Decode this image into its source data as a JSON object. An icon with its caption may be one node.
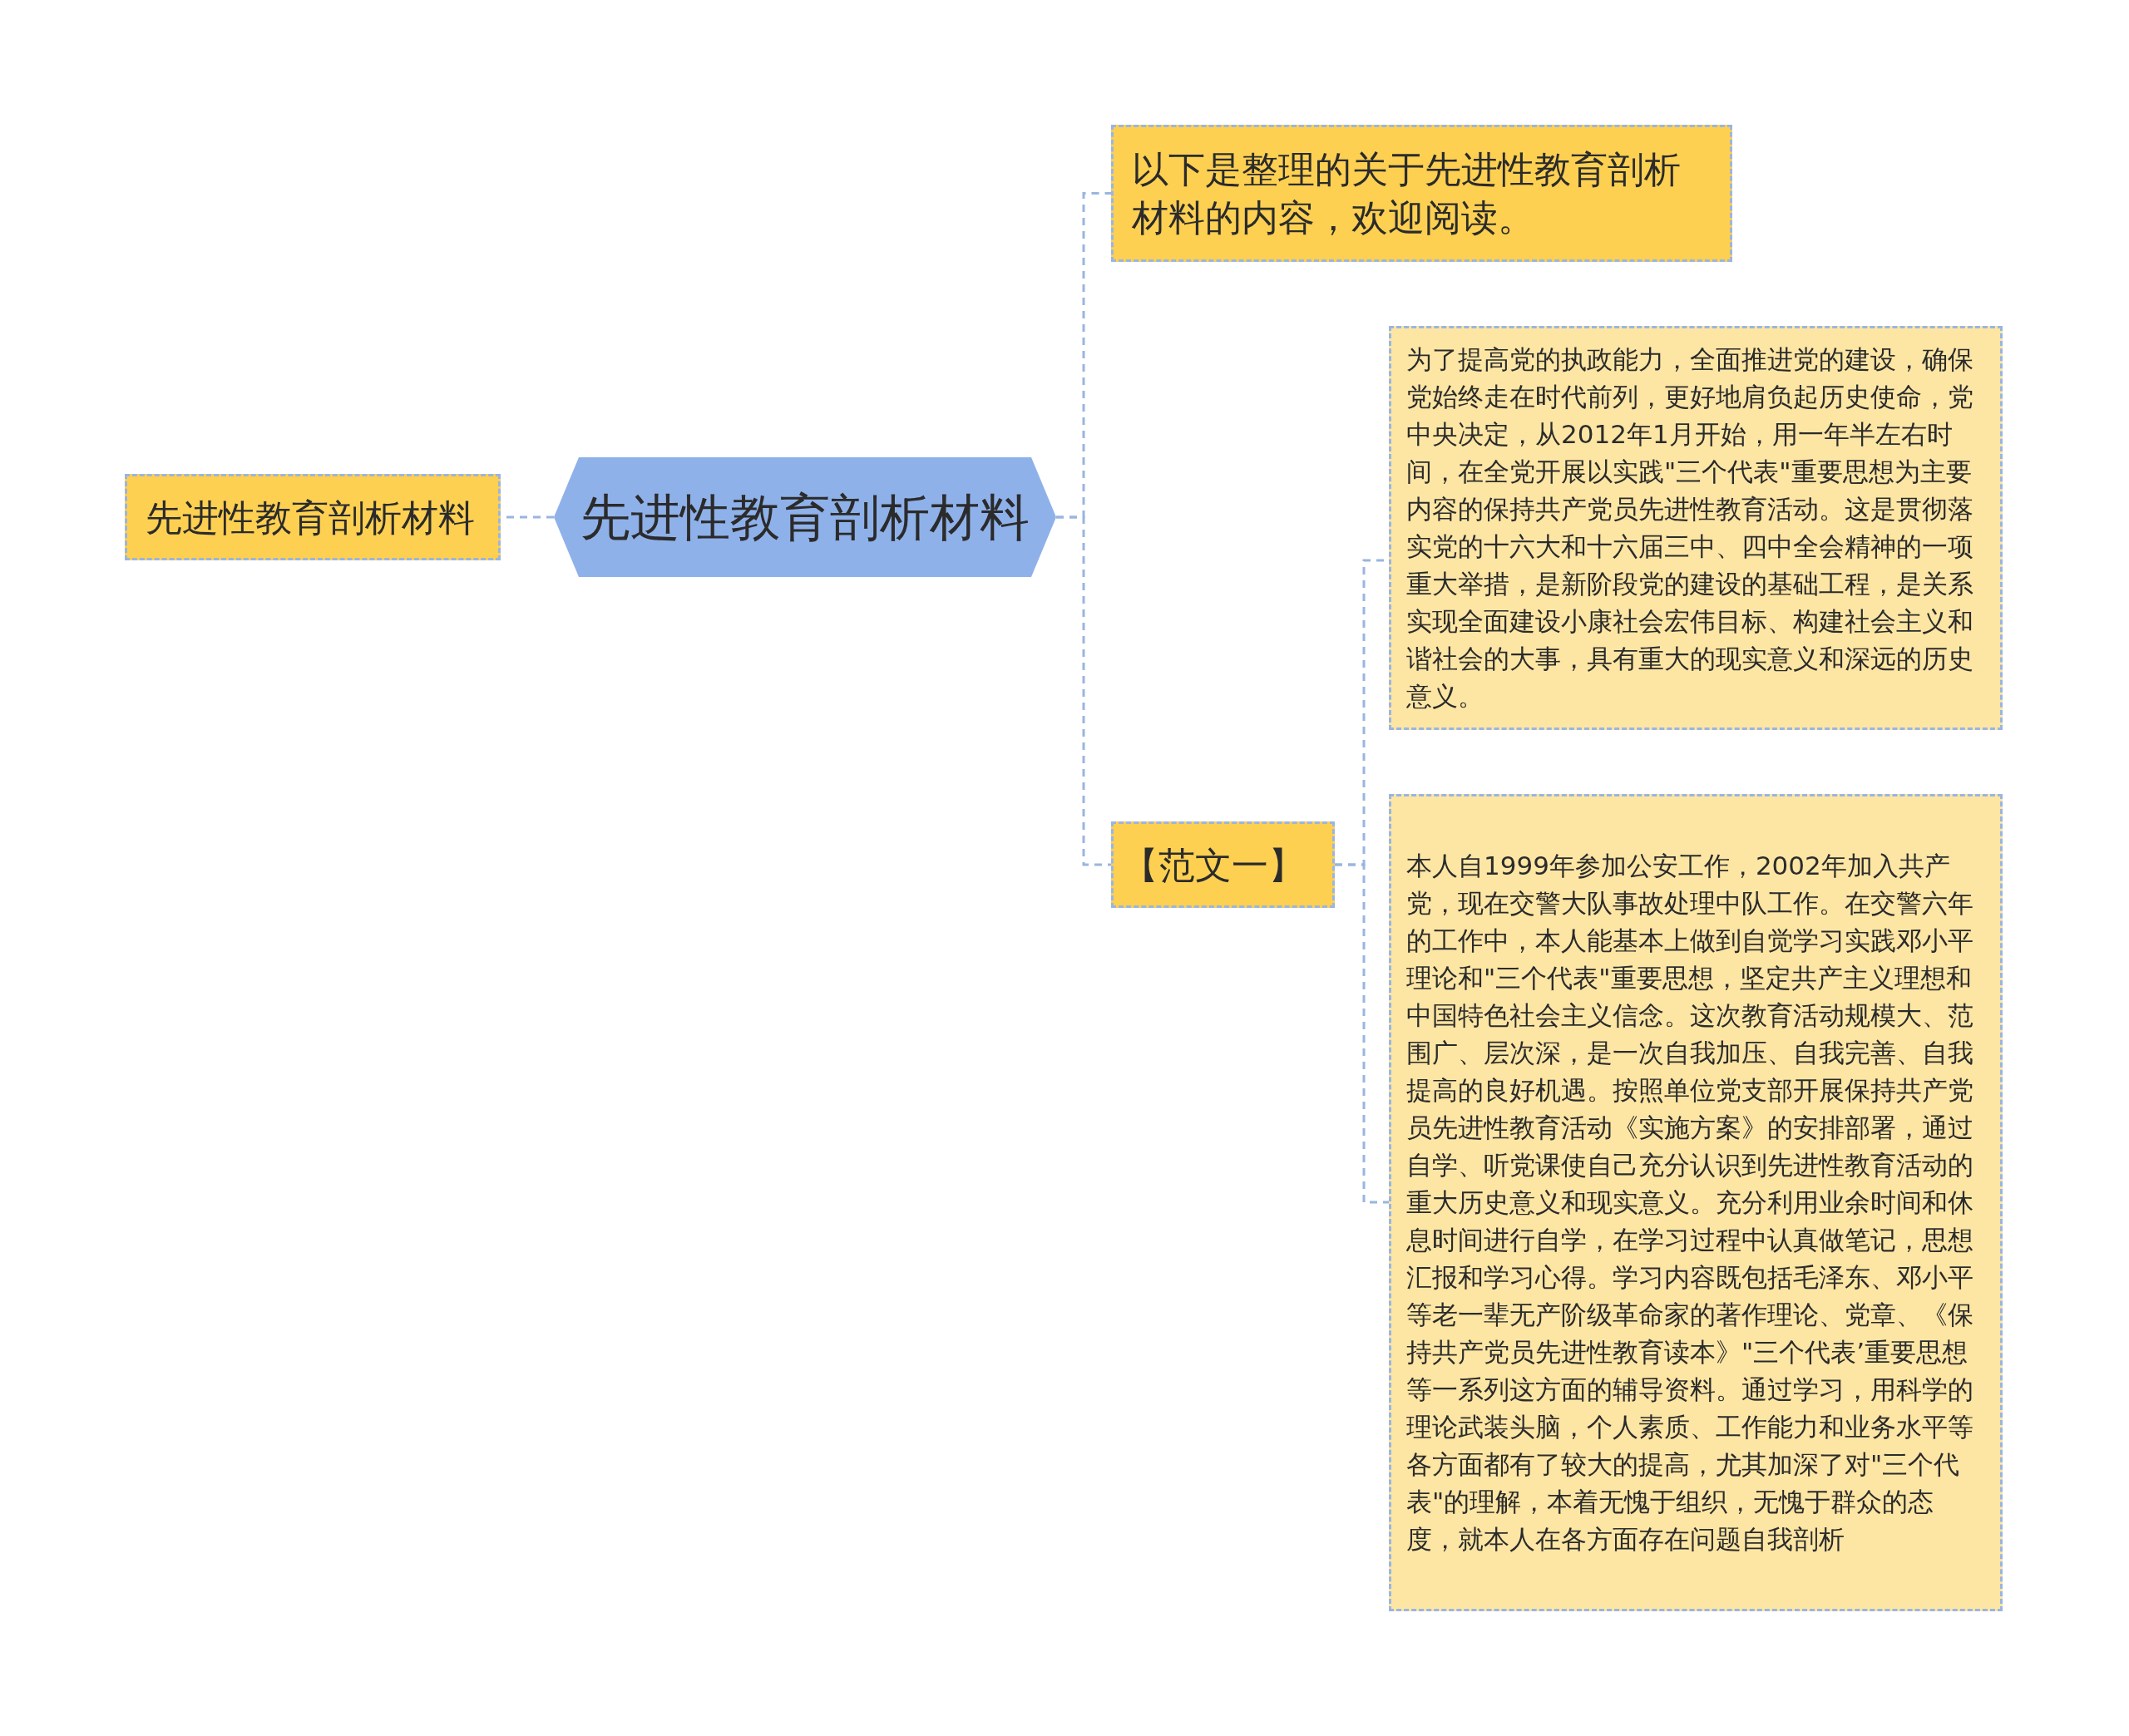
{
  "diagram": {
    "nodes": [
      {
        "text": [
          "先进性教育剖析材料"
        ]
      },
      {
        "text": [
          "先进性教育剖析材料"
        ]
      },
      {
        "text": [
          "以下是整理的关于先进性教育剖析材料的内容，欢迎阅读。"
        ]
      },
      {
        "text": [
          "【范文一】"
        ]
      },
      {
        "text": [
          "为了提高党的执政能力，全面推进党的建设，确保党始终走在时代前列，更好地肩负起历史使命，党中央决定，从2012年1月开始，用一年半左右时间，在全党开展以实践\"三个代表\"重要思想为主要内容的保持共产党员先进性教育活动。这是贯彻落实党的十六大和十六届三中、四中全会精神的一项重大举措，是新阶段党的建设的基础工程，是关系实现全面建设小康社会宏伟目标、构建社会主义和谐社会的大事，具有重大的现实意义和深远的历史意义。"
        ]
      },
      {
        "text": [
          "本人自1999年参加公安工作，2002年加入共产党，现在交警大队事故处理中队工作。在交警六年的工作中，本人能基本上做到自觉学习实践邓小平理论和\"三个代表\"重要思想，坚定共产主义理想和中国特色社会主义信念。这次教育活动规模大、范围广、层次深，是一次自我加压、自我完善、自我提高的良好机遇。按照单位党支部开展保持共产党员先进性教育活动《实施方案》的安排部署，通过自学、听党课使自己充分认识到先进性教育活动的重大历史意义和现实意义。充分利用业余时间和休息时间进行自学，在学习过程中认真做笔记，思想汇报和学习心得。学习内容既包括毛泽东、邓小平等老一辈无产阶级革命家的著作理论、党章、《保持共产党员先进性教育读本》\"三个代表’重要思想等一系列这方面的辅导资料。通过学习，用科学的理论武装头脑，个人素质、工作能力和业务水平等各方面都有了较大的提高，尤其加深了对\"三个代表\"的理解，本着无愧于组织，无愧于群众的态度，就本人在各方面存在问题自我剖析"
        ]
      }
    ],
    "edges": [
      {
        "from": 0,
        "to": 1,
        "arrow": "none"
      },
      {
        "from": 0,
        "to": 2,
        "arrow": "none"
      },
      {
        "from": 0,
        "to": 3,
        "arrow": "none"
      },
      {
        "from": 3,
        "to": 4,
        "arrow": "none"
      },
      {
        "from": 3,
        "to": 5,
        "arrow": "none"
      }
    ]
  }
}
